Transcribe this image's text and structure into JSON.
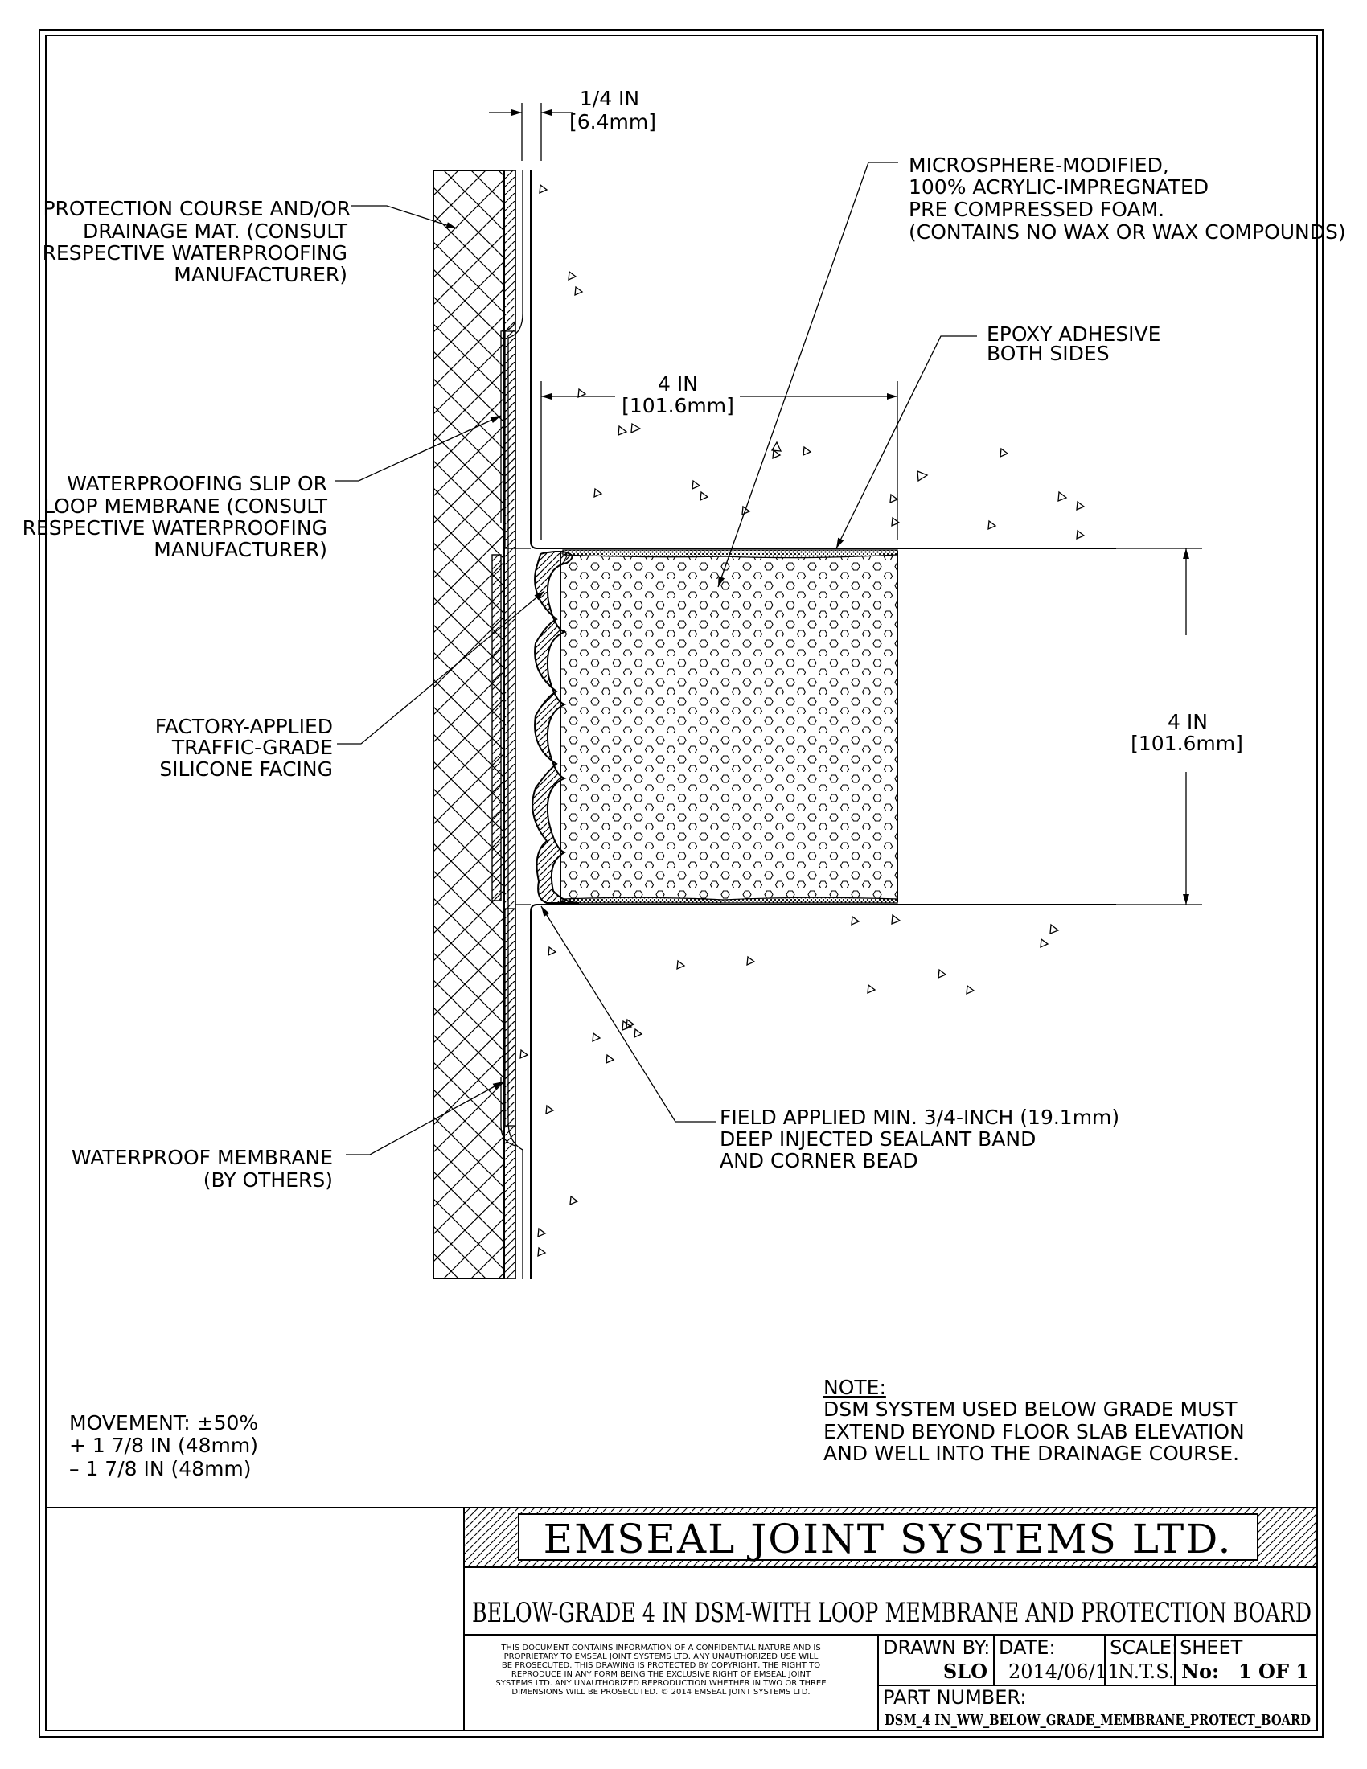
{
  "dimensions": {
    "gap_top": [
      "1/4 IN",
      "[6.4mm]"
    ],
    "width": [
      "4 IN",
      "[101.6mm]"
    ],
    "depth": [
      "4 IN",
      "[101.6mm]"
    ]
  },
  "callouts": {
    "protection_course": [
      "PROTECTION COURSE AND/OR",
      "DRAINAGE MAT. (CONSULT",
      "RESPECTIVE WATERPROOFING",
      "MANUFACTURER)"
    ],
    "microsphere_foam": [
      "MICROSPHERE-MODIFIED,",
      "100% ACRYLIC-IMPREGNATED",
      "PRE COMPRESSED FOAM.",
      "(CONTAINS NO WAX OR WAX COMPOUNDS)"
    ],
    "epoxy_adhesive": [
      "EPOXY ADHESIVE",
      "BOTH SIDES"
    ],
    "slip_loop_membrane": [
      "WATERPROOFING SLIP OR",
      "LOOP MEMBRANE (CONSULT",
      "RESPECTIVE WATERPROOFING",
      "MANUFACTURER)"
    ],
    "silicone_facing": [
      "FACTORY-APPLIED",
      "TRAFFIC-GRADE",
      "SILICONE FACING"
    ],
    "sealant_band": [
      "FIELD APPLIED MIN. 3/4-INCH (19.1mm)",
      "DEEP INJECTED SEALANT BAND",
      "AND CORNER BEAD"
    ],
    "waterproof_membrane": [
      "WATERPROOF MEMBRANE",
      "(BY OTHERS)"
    ]
  },
  "movement": [
    "MOVEMENT: ±50%",
    "+ 1 7/8 IN (48mm)",
    "– 1 7/8 IN (48mm)"
  ],
  "note": {
    "heading": "NOTE:",
    "lines": [
      "DSM SYSTEM USED BELOW GRADE MUST",
      "EXTEND BEYOND FLOOR SLAB ELEVATION",
      "AND WELL INTO THE DRAINAGE COURSE."
    ]
  },
  "title_block": {
    "company": "EMSEAL JOINT SYSTEMS LTD.",
    "drawing_title": "BELOW-GRADE 4 IN DSM-WITH LOOP MEMBRANE AND PROTECTION BOARD",
    "disclaimer": [
      "THIS DOCUMENT CONTAINS INFORMATION OF A CONFIDENTIAL NATURE AND IS",
      "PROPRIETARY TO EMSEAL JOINT SYSTEMS LTD. ANY UNAUTHORIZED USE WILL",
      "BE PROSECUTED. THIS DRAWING IS PROTECTED BY COPYRIGHT, THE RIGHT TO",
      "REPRODUCE IN ANY FORM BEING THE EXCLUSIVE RIGHT OF EMSEAL JOINT",
      "SYSTEMS LTD. ANY UNAUTHORIZED REPRODUCTION WHETHER IN TWO OR THREE",
      "DIMENSIONS WILL BE PROSECUTED. © 2014 EMSEAL JOINT SYSTEMS LTD."
    ],
    "drawn_by_label": "DRAWN BY:",
    "drawn_by": "SLO",
    "date_label": "DATE:",
    "date": "2014/06/11",
    "scale_label": "SCALE:",
    "scale": "N.T.S.",
    "sheet_label": "SHEET",
    "sheet_no_label": "No:",
    "sheet_value": "1 OF 1",
    "part_number_label": "PART NUMBER:",
    "part_number": "DSM_4 IN_WW_BELOW_GRADE_MEMBRANE_PROTECT_BOARD"
  }
}
